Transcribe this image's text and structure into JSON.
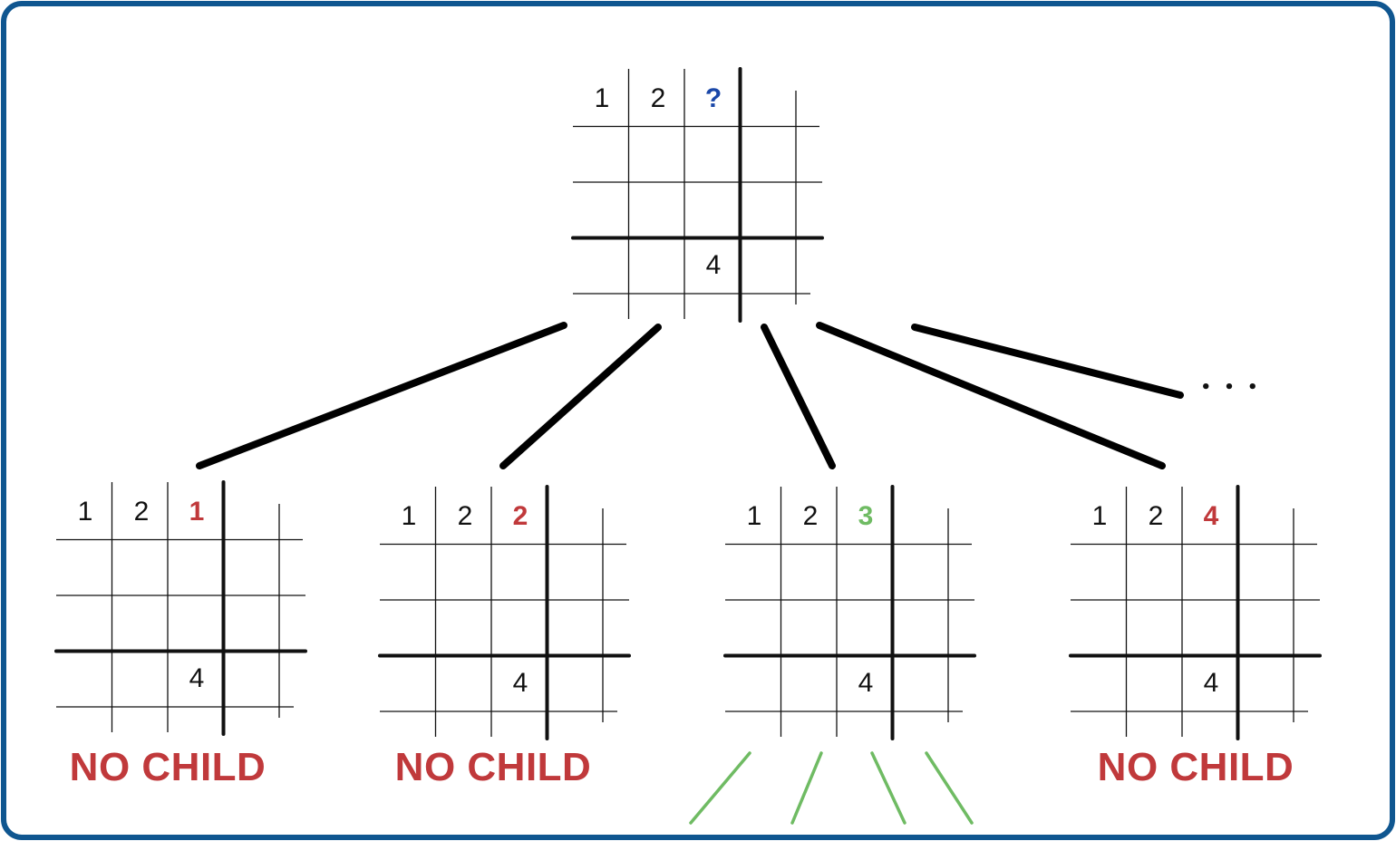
{
  "colors": {
    "frame_border": "#0f5690",
    "grid_line": "#111111",
    "root_unknown": "#1a47a8",
    "conflict": "#c0393b",
    "valid": "#6fbb63",
    "no_child_label": "#c0393b",
    "valid_branch": "#6fbb63"
  },
  "root": {
    "cells": [
      "1",
      "2",
      "?"
    ],
    "given": "4"
  },
  "children": [
    {
      "candidate": "1",
      "status": "conflict",
      "cells": [
        "1",
        "2"
      ],
      "given": "4",
      "label": "NO CHILD"
    },
    {
      "candidate": "2",
      "status": "conflict",
      "cells": [
        "1",
        "2"
      ],
      "given": "4",
      "label": "NO CHILD"
    },
    {
      "candidate": "3",
      "status": "valid",
      "cells": [
        "1",
        "2"
      ],
      "given": "4",
      "label": ""
    },
    {
      "candidate": "4",
      "status": "conflict",
      "cells": [
        "1",
        "2"
      ],
      "given": "4",
      "label": "NO CHILD"
    }
  ],
  "more_branches": "• • •"
}
